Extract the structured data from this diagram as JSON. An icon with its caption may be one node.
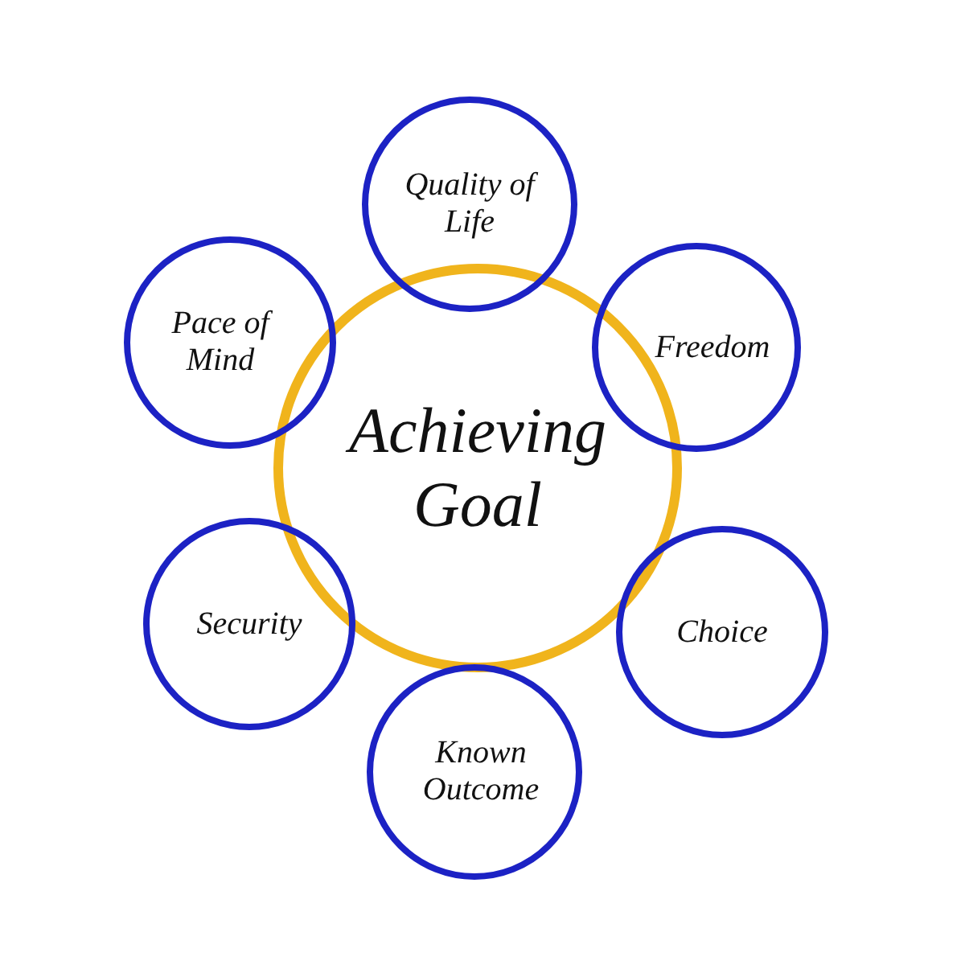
{
  "diagram": {
    "nodes": [
      {
        "text": [
          "Achieving Goal"
        ]
      },
      {
        "text": [
          "Quality of Life"
        ]
      },
      {
        "text": [
          "Freedom"
        ]
      },
      {
        "text": [
          "Choice"
        ]
      },
      {
        "text": [
          "Known Outcome"
        ]
      },
      {
        "text": [
          "Security"
        ]
      },
      {
        "text": [
          "Pace of Mind"
        ]
      }
    ]
  }
}
